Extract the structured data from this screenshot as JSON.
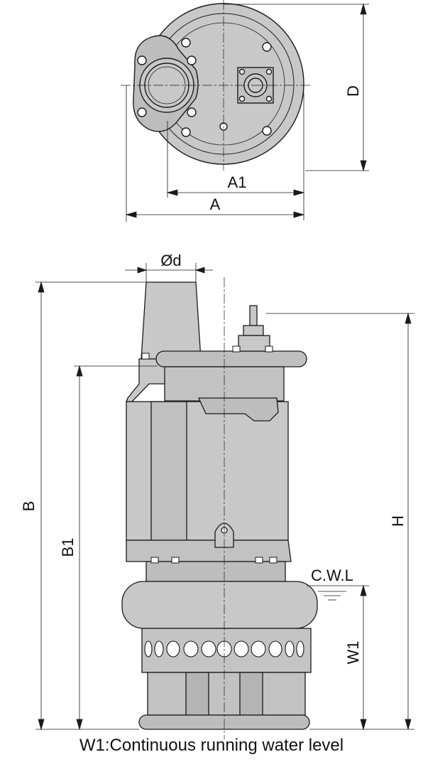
{
  "dimensions": {
    "A": "A",
    "A1": "A1",
    "D": "D",
    "d": "Ød",
    "B": "B",
    "B1": "B1",
    "H": "H",
    "W1": "W1",
    "cwl": "C.W.L"
  },
  "caption": "W1:Continuous running water level",
  "colors": {
    "body_fill": "#c8c8c8",
    "body_dark": "#b4b4b4",
    "line": "#1a1a1a"
  }
}
